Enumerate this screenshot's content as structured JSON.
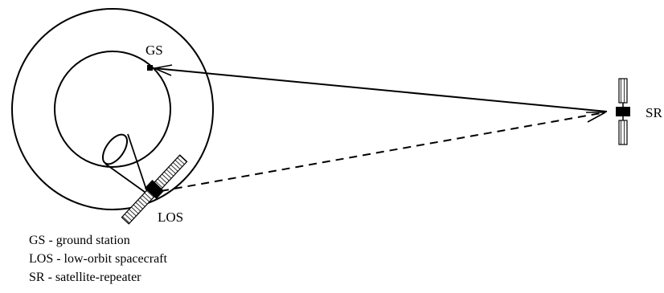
{
  "labels": {
    "ground_station": "GS",
    "low_orbit_spacecraft": "LOS",
    "satellite_repeater": "SR"
  },
  "legend": [
    {
      "abbr": "GS",
      "text": "GS - ground station"
    },
    {
      "abbr": "LOS",
      "text": "LOS - low-orbit spacecraft"
    },
    {
      "abbr": "SR",
      "text": "SR - satellite-repeater"
    }
  ],
  "links": [
    {
      "from": "SR",
      "to": "GS",
      "style": "solid"
    },
    {
      "from": "LOS",
      "to": "SR",
      "style": "dashed"
    }
  ],
  "colors": {
    "ink": "#000000",
    "background": "#ffffff"
  }
}
